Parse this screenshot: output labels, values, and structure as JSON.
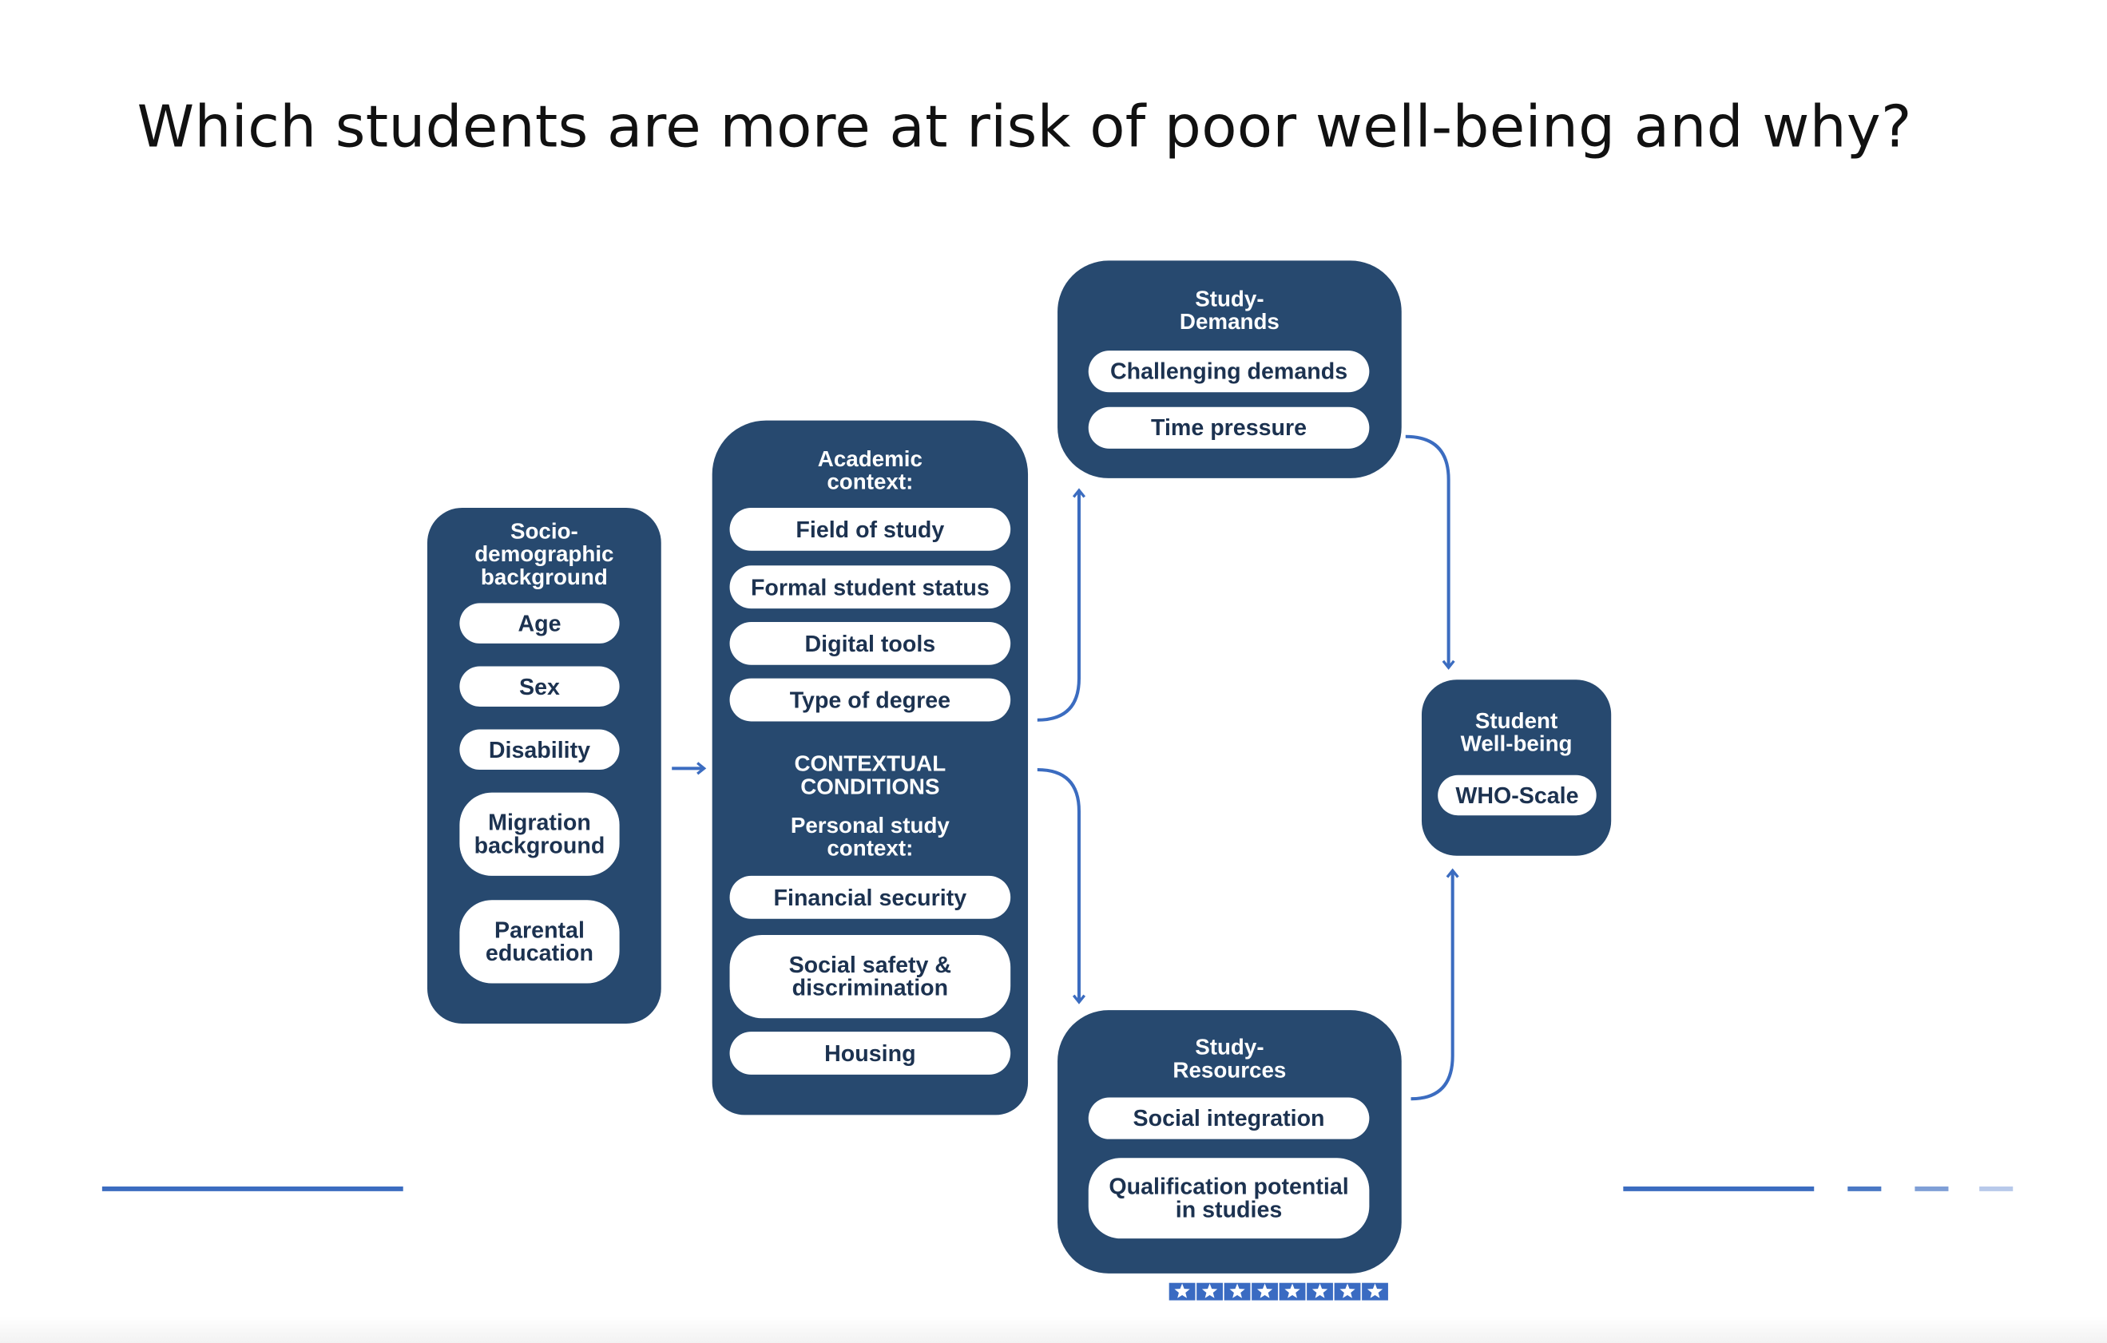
{
  "title": "Which students are more at risk of poor well-being and why?",
  "colors": {
    "box": "#27496f",
    "arrow": "#3b6cc0",
    "pill_text": "#1c3250"
  },
  "socio": {
    "header": "Socio-\ndemographic\nbackground",
    "items": [
      "Age",
      "Sex",
      "Disability",
      "Migration background",
      "Parental education"
    ]
  },
  "academic": {
    "header": "Academic\ncontext:",
    "items": [
      "Field of study",
      "Formal student status",
      "Digital tools",
      "Type of degree"
    ],
    "conditions": "CONTEXTUAL\nCONDITIONS",
    "personal_header": "Personal study\ncontext:",
    "personal_items": [
      "Financial security",
      "Social safety & discrimination",
      "Housing"
    ]
  },
  "demands": {
    "header": "Study-\nDemands",
    "items": [
      "Challenging demands",
      "Time pressure"
    ]
  },
  "resources": {
    "header": "Study-\nResources",
    "items": [
      "Social integration",
      "Qualification potential in studies"
    ]
  },
  "wellbeing": {
    "header": "Student\nWell-being",
    "items": [
      "WHO-Scale"
    ]
  },
  "rating": {
    "icon": "star-icon",
    "count": 8
  }
}
